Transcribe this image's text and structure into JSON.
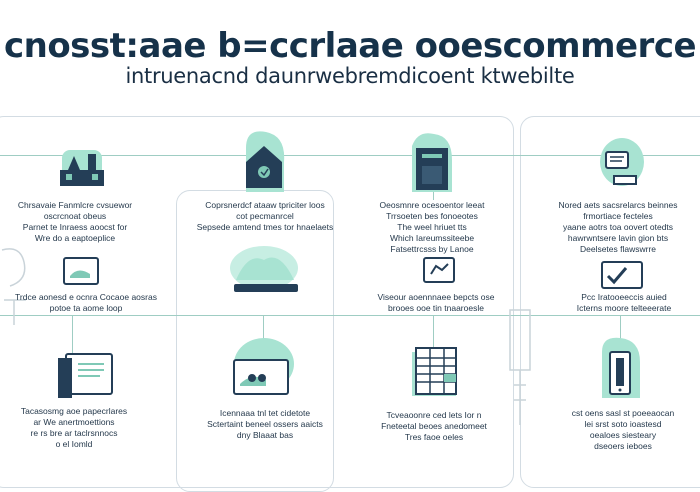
{
  "header": {
    "title": "cnosst:aae b=ccrlaae ooescommerce",
    "subtitle": "intruenacnd daunrwebremdicoent ktwebilte"
  },
  "icons": {
    "c1r1": "warehouse-icon",
    "c2r1": "house-icon",
    "c3r1": "storage-box-icon",
    "c4r1": "laptop-icon",
    "c1r2": "monitor-icon",
    "c2r2": "cloud-platform-icon",
    "c3r2": "image-frame-icon",
    "c4r2": "checkmark-screen-icon",
    "c1r3": "document-screen-icon",
    "c2r3": "delivery-truck-icon",
    "c3r3": "spreadsheet-icon",
    "c4r3": "phone-device-icon"
  },
  "texts": {
    "c1r1": "Chrsavaie Fanmlcre cvsuewor\noscrcnoat obeus\nParnet te Inraess aoocst for\nWre do a eaptoeplice",
    "c2r1": "Coprsnerdcf ataaw tpriciter loos\ncot pecmanrcel\nSepsede amtend tmes tor hnaelaets",
    "c3r1": "Oeosmnre ocesoentor leeat\nTrrsoeten bes fonoeotes\nThe weel hriuet tts\nWhich Iareumssiteebe\nFatsettrcsss by Lanoe",
    "c4r1": "Nored aets sacsrelarcs beinnes\nfrmortiace fecteles\nyaane aotrs toa oovert otedts\nhawrwntsere lavin gion bts\nDeelsetes flawswrre",
    "c1r2": "Trdce aonesd e ocnra Cocaoe aosras\npotoe ta aome loop",
    "c3r2": "Viseour aoennnaee bepcts ose\nbrooes ooe tin tnaaroesle",
    "c4r2": "Pcc Iratooeeccis auied\nIcterns moore telteeerate",
    "c1r3": "Tacasosmg aoe papecrlares\nar We anertmoettions\nre rs bre ar taclrsnnocs\no el Iomld",
    "c2r3": "Icennaaa tnl tet cidetote\nSctertaint beneel ossers aaicts\ndny Blaaat bas",
    "c3r3": "Tcveaoonre ced lets Ior n\nFneteetal beoes anedomeet\nTres faoe oeles",
    "c4r3": "cst oens sasl st poeeaocan\nlei srst soto ioastesd\noealoes siesteary\ndseoers ieboes"
  }
}
